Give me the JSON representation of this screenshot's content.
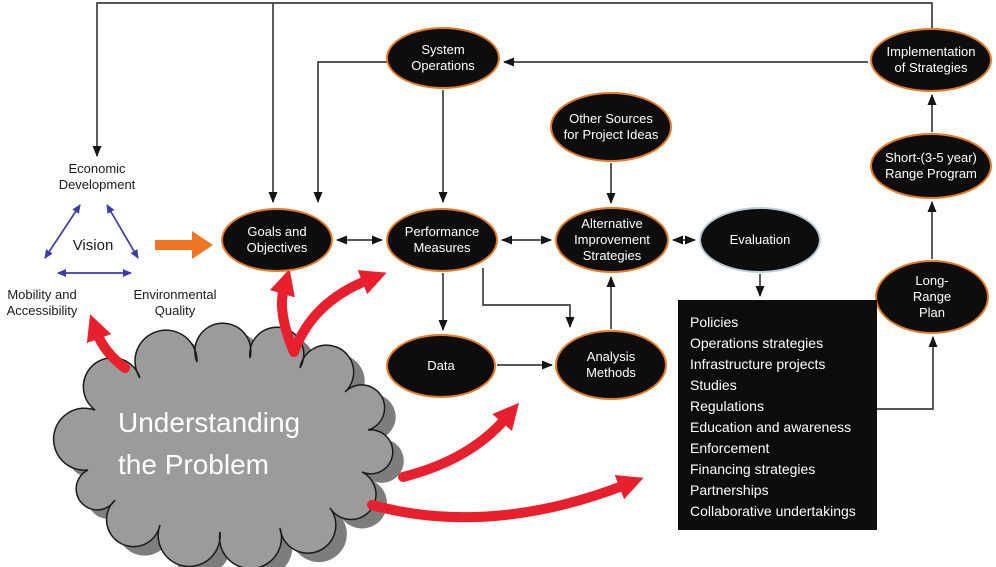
{
  "diagram": {
    "nodes": {
      "system_operations": "System Operations",
      "goals_objectives": "Goals and Objectives",
      "performance_measures": "Performance Measures",
      "other_sources": "Other Sources for Project Ideas",
      "alternative_strategies": "Alternative Improvement Strategies",
      "evaluation": "Evaluation",
      "data": "Data",
      "analysis_methods": "Analysis Methods",
      "implementation": "Implementation of Strategies",
      "short_range": "Short-(3-5 year) Range Program",
      "long_range": "Long-Range Plan"
    },
    "vision_triangle": {
      "top": "Economic Development",
      "center": "Vision",
      "bottom_left": "Mobility and Accessibility",
      "bottom_right": "Environmental Quality"
    },
    "cloud": {
      "label": "Understanding the Problem"
    },
    "strategies_panel": {
      "items": [
        "Policies",
        "Operations strategies",
        "Infrastructure projects",
        "Studies",
        "Regulations",
        "Education and awareness",
        "Enforcement",
        "Financing strategies",
        "Partnerships",
        "Collaborative undertakings"
      ]
    },
    "colors": {
      "node_fill": "#0d0d0d",
      "node_outline": "#e87a25",
      "evaluation_outline": "#bdd0d8",
      "connector": "#3f3f3f",
      "triangle_arrows": "#3e3caa",
      "orange_arrow": "#ee7522",
      "red_arrow": "#e8202e",
      "cloud_fill": "#9b9b9b",
      "cloud_shadow": "#7d7d7d",
      "panel_fill": "#0c0c0c"
    }
  }
}
